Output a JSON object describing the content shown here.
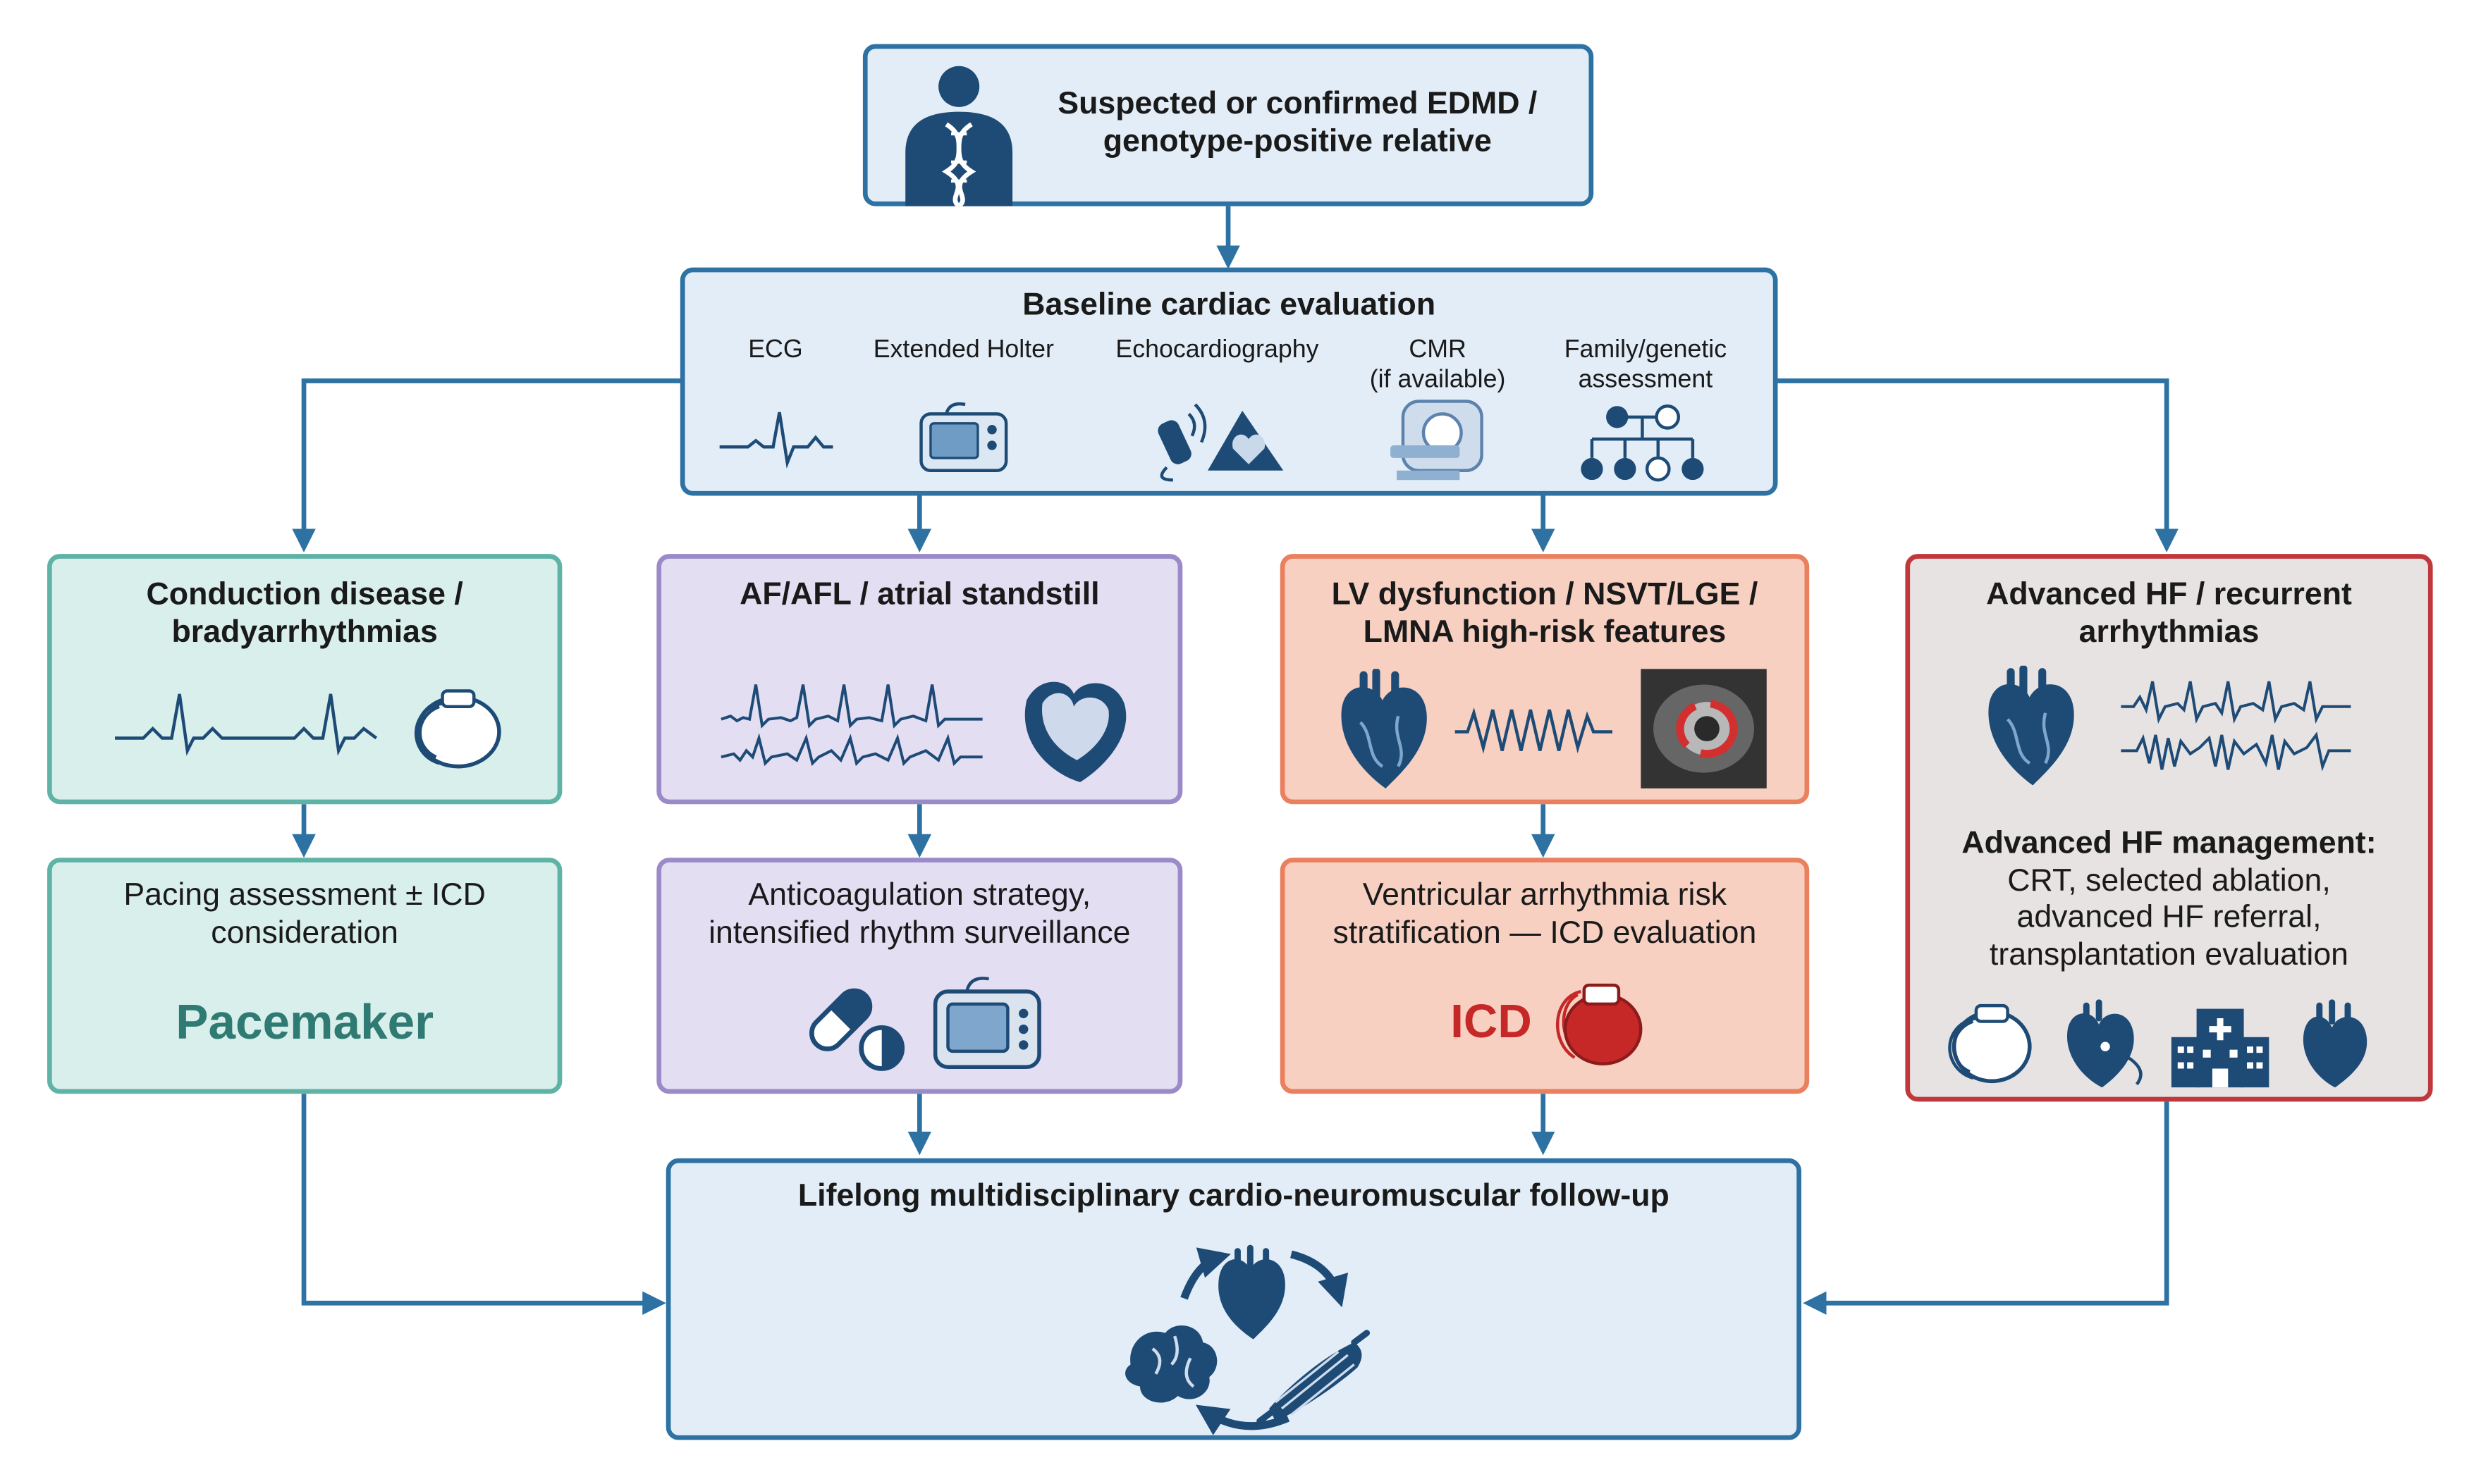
{
  "top": {
    "line1": "Suspected or confirmed EDMD /",
    "line2": "genotype-positive relative",
    "icon": "person-dna-icon"
  },
  "baseline": {
    "title": "Baseline cardiac evaluation",
    "items": [
      {
        "label": "ECG",
        "icon": "ecg-trace-icon"
      },
      {
        "label": "Extended Holter",
        "icon": "holter-monitor-icon"
      },
      {
        "label": "Echocardiography",
        "icon": "echo-probe-icon"
      },
      {
        "label1": "CMR",
        "label2": "(if available)",
        "icon": "mri-scanner-icon"
      },
      {
        "label1": "Family/genetic",
        "label2": "assessment",
        "icon": "pedigree-icon"
      }
    ]
  },
  "col1": {
    "title1": "Conduction disease /",
    "title2": "bradyarrhythmias",
    "action1": "Pacing assessment ± ICD",
    "action2": "consideration",
    "device": "Pacemaker",
    "icons": [
      "bradycardia-ecg-icon",
      "pacemaker-icon"
    ]
  },
  "col2": {
    "title": "AF/AFL / atrial standstill",
    "action1": "Anticoagulation strategy,",
    "action2": "intensified rhythm surveillance",
    "icons": [
      "atrial-fibrillation-ecg-icon",
      "heart-atria-icon",
      "pill-icon",
      "monitor-icon"
    ]
  },
  "col3": {
    "title1": "LV dysfunction / NSVT/LGE /",
    "title2": "LMNA high-risk features",
    "action1": "Ventricular arrhythmia risk",
    "action2": "stratification — ICD evaluation",
    "device": "ICD",
    "icons": [
      "heart-icon",
      "nsvt-wave-icon",
      "cmr-lge-image-icon",
      "icd-device-icon"
    ]
  },
  "col4": {
    "title1": "Advanced HF / recurrent",
    "title2": "arrhythmias",
    "mgmt_title": "Advanced HF management:",
    "mgmt1": "CRT, selected ablation,",
    "mgmt2": "advanced HF referral,",
    "mgmt3": "transplantation evaluation",
    "icons": [
      "heart-icon",
      "arrhythmia-ecg-icon",
      "crt-device-icon",
      "ablation-catheter-heart-icon",
      "hospital-icon",
      "transplant-heart-icon"
    ]
  },
  "bottom": {
    "title": "Lifelong multidisciplinary cardio-neuromuscular follow-up",
    "icons": [
      "heart-icon",
      "brain-icon",
      "muscle-icon",
      "cycle-arrows-icon"
    ]
  },
  "colors": {
    "arrow": "#2d72a3",
    "blue_fill": "#e3edf7",
    "teal_fill": "#d9efeb",
    "purple_fill": "#e4def3",
    "orange_fill": "#f7d0c2",
    "red_border": "#c0383b",
    "icon_navy": "#1e4b76",
    "pacemaker_text": "#2f7a72",
    "icd_text": "#c62828"
  }
}
